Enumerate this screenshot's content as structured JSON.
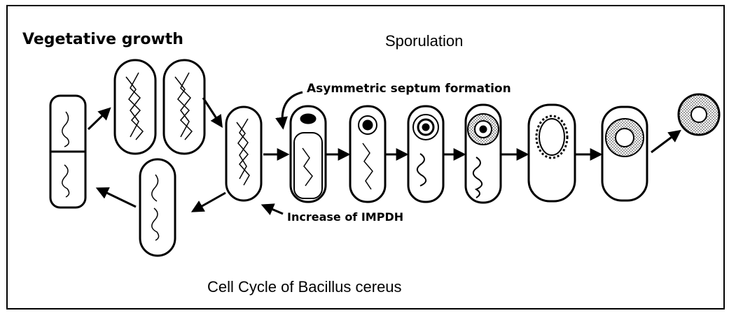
{
  "labels": {
    "vegetative": "Vegetative growth",
    "sporulation": "Sporulation",
    "septum": "Asymmetric septum formation",
    "impdh": "Increase of IMPDH",
    "caption": "Cell Cycle of Bacillus cereus"
  },
  "colors": {
    "ink": "#000000",
    "background": "#ffffff",
    "stipple": "#7a7a7a"
  }
}
